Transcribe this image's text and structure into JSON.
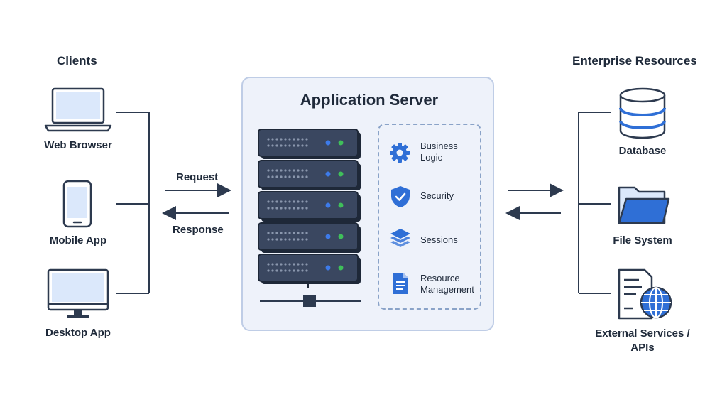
{
  "clients": {
    "heading": "Clients",
    "items": [
      {
        "label": "Web Browser",
        "icon": "laptop-icon"
      },
      {
        "label": "Mobile App",
        "icon": "smartphone-icon"
      },
      {
        "label": "Desktop App",
        "icon": "monitor-icon"
      }
    ]
  },
  "arrows": {
    "request": "Request",
    "response": "Response"
  },
  "server": {
    "title": "Application Server",
    "rack_units": 5,
    "services": [
      {
        "line1": "Business",
        "line2": "Logic",
        "icon": "gear-icon"
      },
      {
        "line1": "Security",
        "line2": "",
        "icon": "shield-check-icon"
      },
      {
        "line1": "Sessions",
        "line2": "",
        "icon": "layers-icon"
      },
      {
        "line1": "Resource",
        "line2": "Management",
        "icon": "document-icon"
      }
    ]
  },
  "resources": {
    "heading": "Enterprise Resources",
    "items": [
      {
        "line1": "Database",
        "line2": "",
        "icon": "database-icon"
      },
      {
        "line1": "File System",
        "line2": "",
        "icon": "folder-icon"
      },
      {
        "line1": "External Services /",
        "line2": "APIs",
        "icon": "globe-document-icon"
      }
    ]
  },
  "colors": {
    "primary_blue": "#2f6fd6",
    "dark_navy": "#2d3a4f",
    "panel_bg": "#eef2fa",
    "panel_border": "#bfcde6",
    "led_blue": "#3d7bea",
    "led_green": "#3fbf5a"
  }
}
